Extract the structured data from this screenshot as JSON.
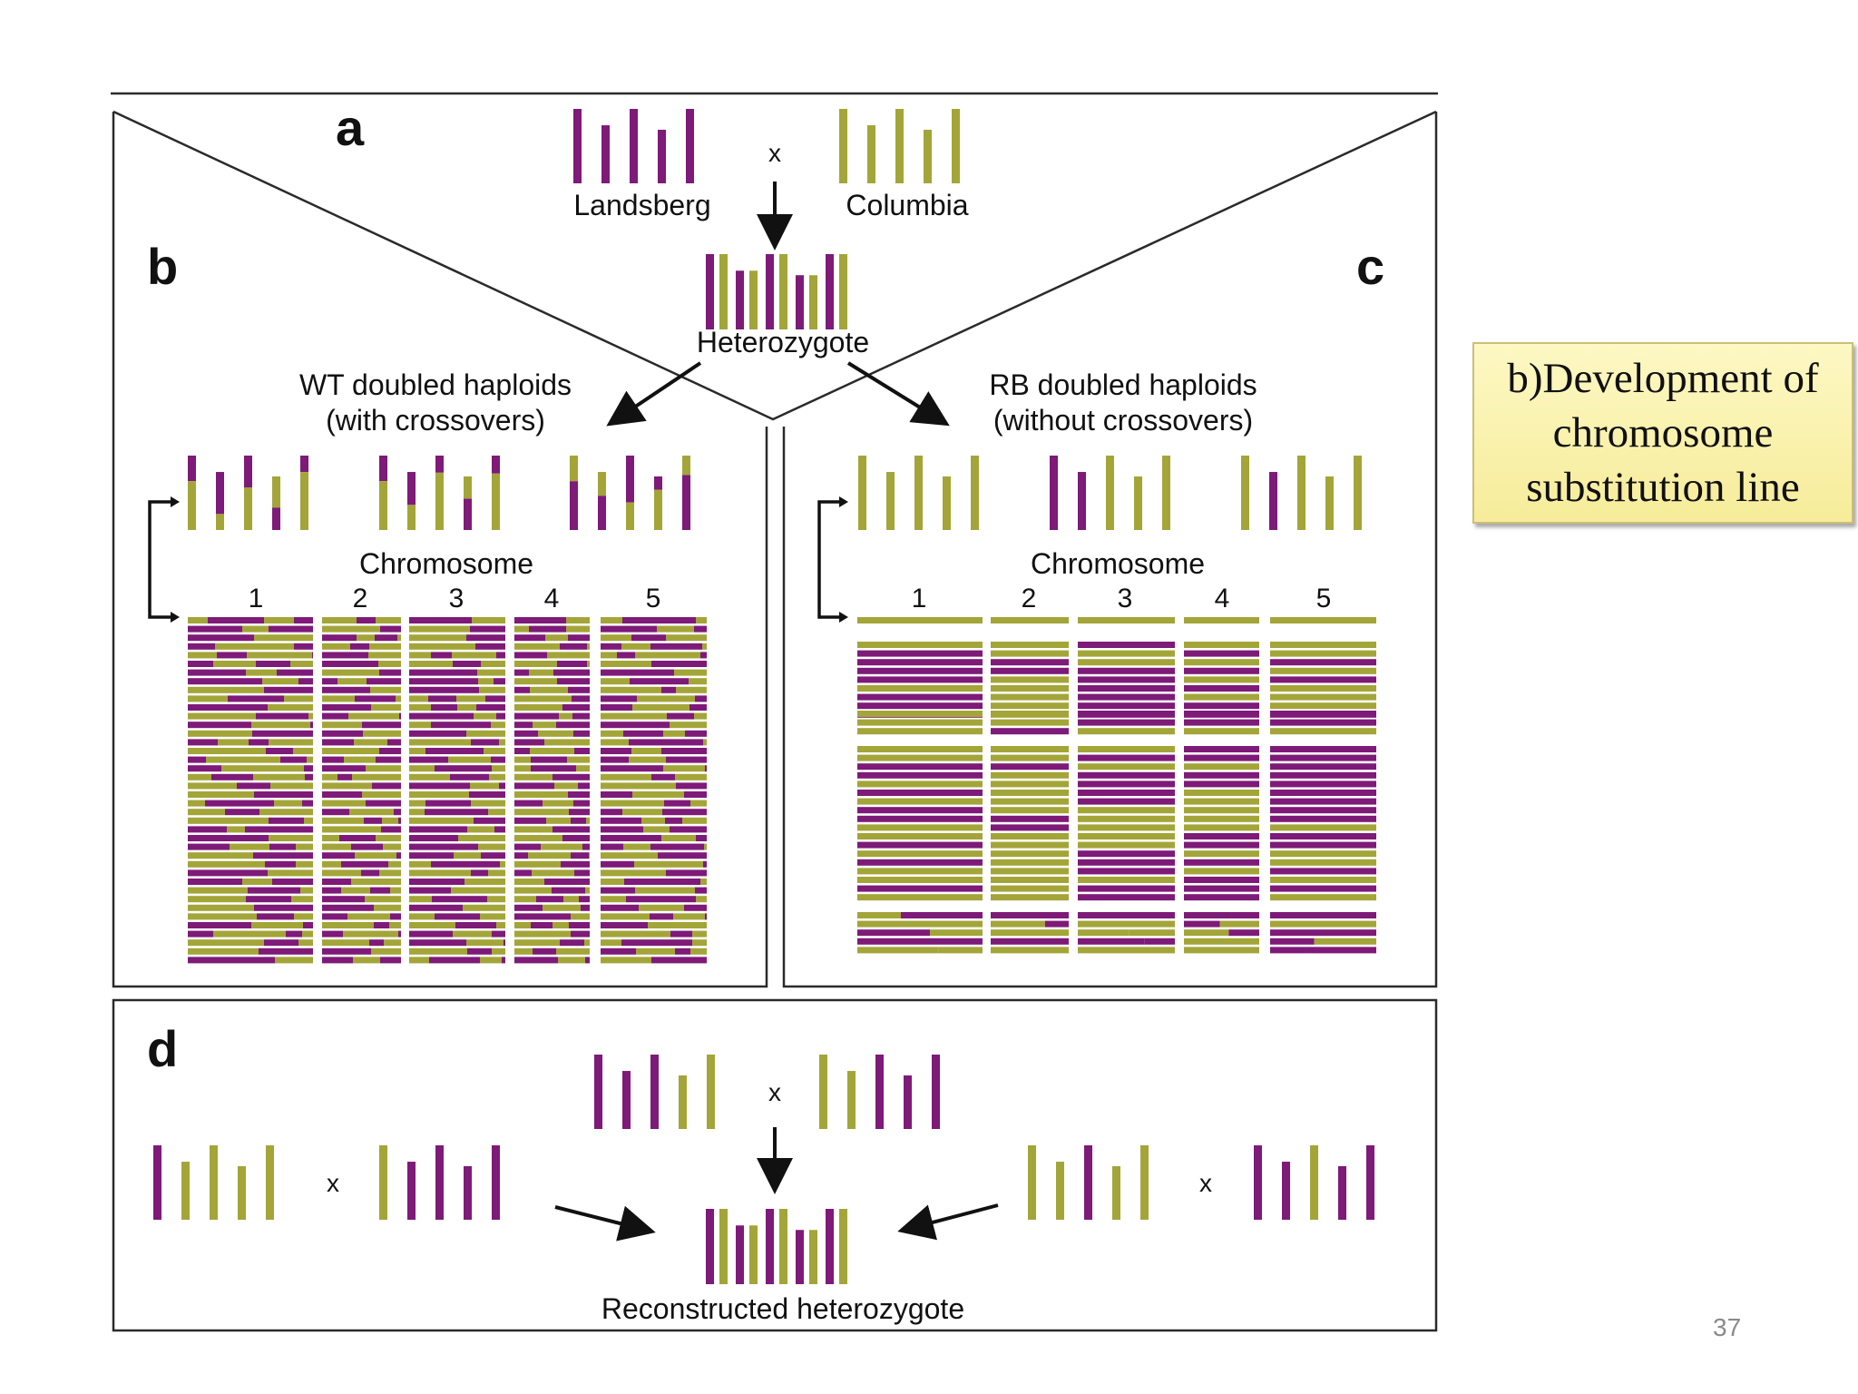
{
  "colors": {
    "landsberg": "#7e1a78",
    "columbia": "#a3a539",
    "frame": "#2a2a2a"
  },
  "panels": {
    "a": {
      "label": "a",
      "parent1": "Landsberg",
      "parent2": "Columbia",
      "cross": "x",
      "offspring": "Heterozygote"
    },
    "b": {
      "label": "b",
      "title_line1": "WT doubled haploids",
      "title_line2": "(with crossovers)",
      "axis_title": "Chromosome",
      "chromosomes": [
        "1",
        "2",
        "3",
        "4",
        "5"
      ]
    },
    "c": {
      "label": "c",
      "title_line1": "RB doubled haploids",
      "title_line2": "(without crossovers)",
      "axis_title": "Chromosome",
      "chromosomes": [
        "1",
        "2",
        "3",
        "4",
        "5"
      ]
    },
    "d": {
      "label": "d",
      "cross": "x",
      "offspring": "Reconstructed heterozygote"
    }
  },
  "callout": {
    "text": "b)Development of chromosome substitution line"
  },
  "page_number": "37"
}
